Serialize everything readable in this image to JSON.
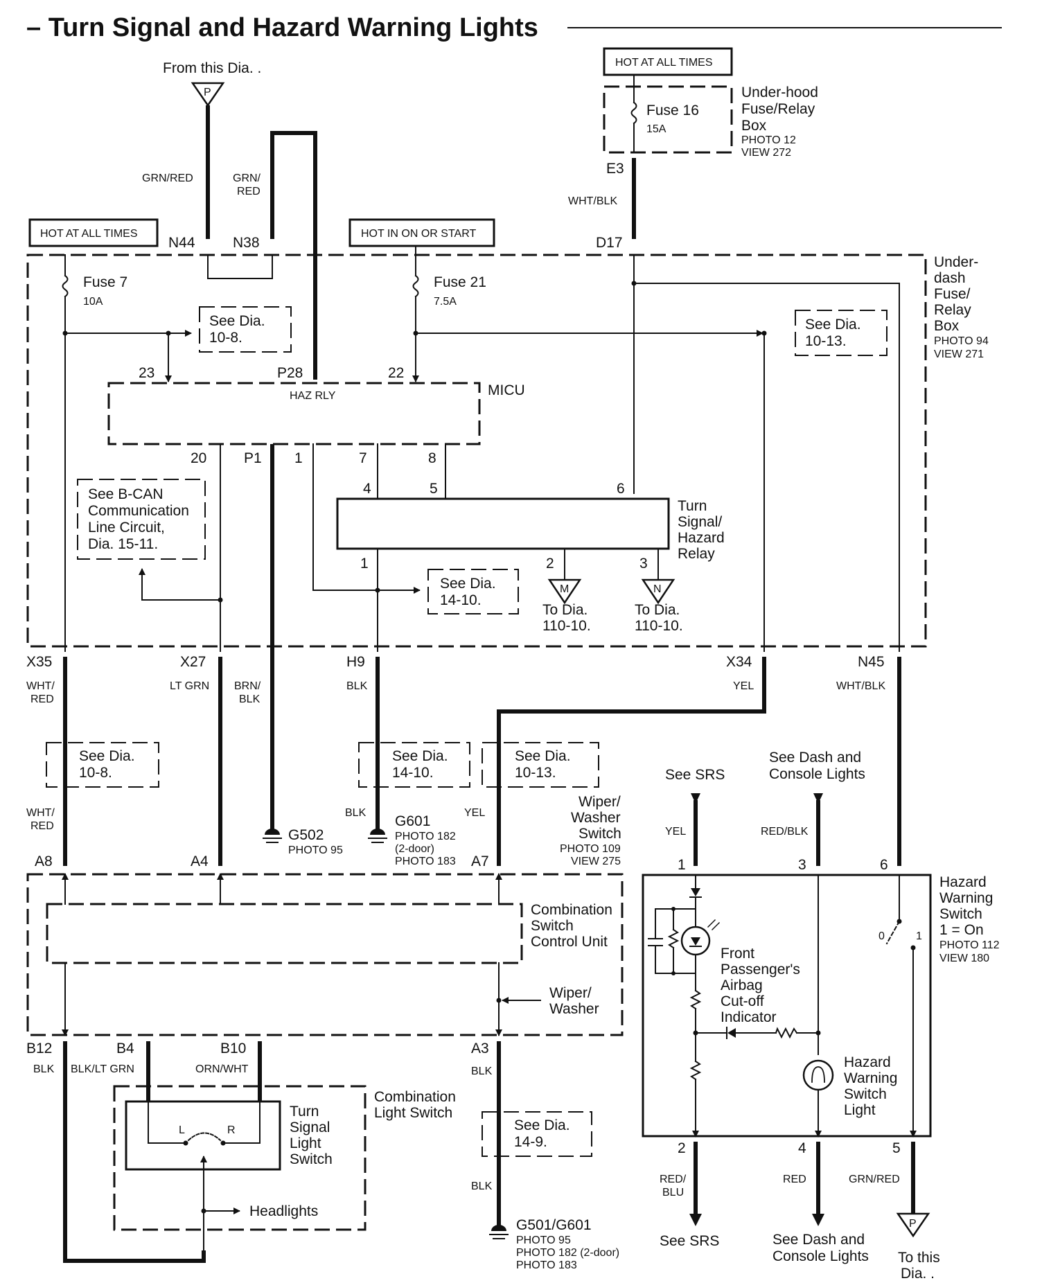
{
  "title": "– Turn Signal and Hazard Warning Lights",
  "colors": {
    "ink": "#111111",
    "background": "#ffffff"
  },
  "top": {
    "from_dia": "From this Dia. .",
    "conn_p": "P",
    "hot_all_times_1": "HOT AT ALL TIMES",
    "hot_all_times_2": "HOT AT ALL TIMES",
    "hot_in_on": "HOT IN ON OR START",
    "grn_red": "GRN/RED",
    "grn_red_2a": "GRN/",
    "grn_red_2b": "RED",
    "wht_blk": "WHT/BLK",
    "e3": "E3",
    "n44": "N44",
    "n38": "N38",
    "d17": "D17"
  },
  "underhood": {
    "fuse": "Fuse 16",
    "amp": "15A",
    "label": [
      "Under-hood",
      "Fuse/Relay",
      "Box"
    ],
    "photo": "PHOTO 12",
    "view": "VIEW 272"
  },
  "underdash": {
    "label": [
      "Under-",
      "dash",
      "Fuse/",
      "Relay",
      "Box"
    ],
    "photo": "PHOTO 94",
    "view": "VIEW 271",
    "fuse7": "Fuse 7",
    "fuse7_amp": "10A",
    "fuse21": "Fuse 21",
    "fuse21_amp": "7.5A",
    "see_10_8": [
      "See Dia.",
      "10-8."
    ],
    "see_10_13": [
      "See Dia.",
      "10-13."
    ],
    "micu": "MICU",
    "haz_rly": "HAZ RLY",
    "pin23": "23",
    "pinP28": "P28",
    "pin22": "22",
    "pin20": "20",
    "pinP1": "P1",
    "pin1": "1",
    "pin7": "7",
    "pin8": "8",
    "relay_pins": {
      "p4": "4",
      "p5": "5",
      "p6": "6",
      "p1": "1",
      "p2": "2",
      "p3": "3"
    },
    "relay_label": [
      "Turn",
      "Signal/",
      "Hazard",
      "Relay"
    ],
    "bcan": [
      "See B-CAN",
      "Communication",
      "Line Circuit,",
      "Dia. 15-11."
    ],
    "see_14_10": [
      "See Dia.",
      "14-10."
    ],
    "conn_m": "M",
    "conn_n": "N",
    "to_dia_1": [
      "To Dia.",
      "110-10."
    ],
    "to_dia_2": [
      "To Dia.",
      "110-10."
    ]
  },
  "mid": {
    "x35": "X35",
    "x27": "X27",
    "h9": "H9",
    "x34": "X34",
    "n45": "N45",
    "wht_red": [
      "WHT/",
      "RED"
    ],
    "lt_grn": "LT GRN",
    "brn_blk": [
      "BRN/",
      "BLK"
    ],
    "blk": "BLK",
    "yel": "YEL",
    "wht_blk": "WHT/BLK",
    "see_10_8": [
      "See Dia.",
      "10-8."
    ],
    "see_14_10": [
      "See Dia.",
      "14-10."
    ],
    "see_10_13": [
      "See Dia.",
      "10-13."
    ],
    "wht_red_2": [
      "WHT/",
      "RED"
    ],
    "blk_2": "BLK",
    "yel_2": "YEL",
    "g502": "G502",
    "g502_photo": "PHOTO 95",
    "g601": "G601",
    "g601_photos": [
      "PHOTO 182",
      "(2-door)",
      "PHOTO 183"
    ],
    "a8": "A8",
    "a4": "A4",
    "a7": "A7",
    "wiper_switch": [
      "Wiper/",
      "Washer",
      "Switch"
    ],
    "wiper_photo": "PHOTO 109",
    "wiper_view": "VIEW 275"
  },
  "combo": {
    "control_unit": [
      "Combination",
      "Switch",
      "Control Unit"
    ],
    "wiper": [
      "Wiper/",
      "Washer"
    ],
    "b12": "B12",
    "b4": "B4",
    "b10": "B10",
    "a3": "A3",
    "blk": "BLK",
    "blk_lt_grn": "BLK/LT GRN",
    "orn_wht": "ORN/WHT",
    "blk_a3": "BLK",
    "light_switch": [
      "Combination",
      "Light Switch"
    ],
    "turn_switch": [
      "Turn",
      "Signal",
      "Light",
      "Switch"
    ],
    "l": "L",
    "r": "R",
    "headlights": "Headlights",
    "see_14_9": [
      "See Dia.",
      "14-9."
    ],
    "blk_low": "BLK",
    "g501": "G501/G601",
    "g501_photos": [
      "PHOTO 95",
      "PHOTO 182 (2-door)",
      "PHOTO 183"
    ]
  },
  "hazard": {
    "see_srs_top": "See SRS",
    "see_dash_top": [
      "See Dash and",
      "Console Lights"
    ],
    "yel": "YEL",
    "red_blk": "RED/BLK",
    "pin1": "1",
    "pin3": "3",
    "pin6": "6",
    "label": [
      "Hazard",
      "Warning",
      "Switch",
      "1 = On"
    ],
    "photo": "PHOTO 112",
    "view": "VIEW 180",
    "sw0": "0",
    "sw1": "1",
    "indicator": [
      "Front",
      "Passenger's",
      "Airbag",
      "Cut-off",
      "Indicator"
    ],
    "light": [
      "Hazard",
      "Warning",
      "Switch",
      "Light"
    ],
    "pin2": "2",
    "pin4": "4",
    "pin5": "5",
    "red_blu": [
      "RED/",
      "BLU"
    ],
    "red": "RED",
    "grn_red": "GRN/RED",
    "see_srs_bot": "See SRS",
    "see_dash_bot": [
      "See Dash and",
      "Console Lights"
    ],
    "conn_p": "P",
    "to_this": [
      "To this",
      "Dia. ."
    ]
  }
}
